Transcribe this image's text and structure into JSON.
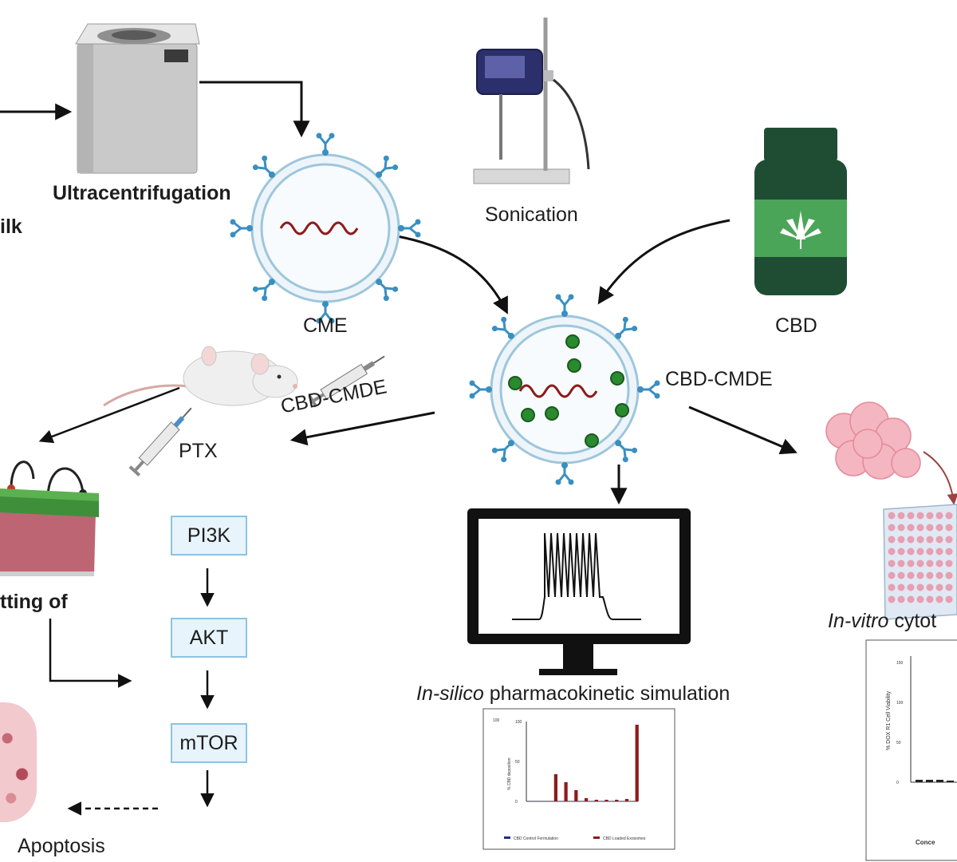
{
  "labels": {
    "milk": "ilk",
    "ultracentrifugation": "Ultracentrifugation",
    "sonication": "Sonication",
    "cme": "CME",
    "cbd": "CBD",
    "cbd_cmde": "CBD-CMDE",
    "cbd_cmde_mouse": "CBD-CMDE",
    "ptx": "PTX",
    "blotting": "tting of",
    "apoptosis": "Apoptosis",
    "insilico_italic": "In-silico",
    "insilico_rest": " pharmacokinetic simulation",
    "invitro_italic": "In-vitro",
    "invitro_rest": " cytot"
  },
  "pathway": [
    "PI3K",
    "AKT",
    "mTOR"
  ],
  "colors": {
    "vesicle_membrane": "#9ec6dc",
    "receptor": "#3a8fc0",
    "rna": "#8e1b1b",
    "drug_dot": "#2a8a2e",
    "bottle": "#1f4d34",
    "bottle_label": "#4aa558",
    "pathway_box_fill": "#e7f4fb",
    "pathway_box_border": "#8cc3e0"
  },
  "icons": [
    "ultracentrifuge-icon",
    "sonicator-icon",
    "cbd-bottle-icon",
    "cannabis-leaf-icon",
    "mouse-icon",
    "syringe-icon",
    "western-blot-icon",
    "monitor-icon",
    "cell-cluster-icon",
    "well-plate-icon"
  ],
  "chart_data": [
    {
      "type": "bar",
      "ylabel": "% CBD deposition",
      "series": [
        {
          "name": "CBD Control Formulation",
          "values": [
            0.5,
            0.5,
            0.5,
            0.5,
            0.5,
            0.5,
            0.5,
            0.5,
            0.5,
            0.5
          ]
        },
        {
          "name": "CBD Loaded Exosomes",
          "values": [
            0,
            0,
            34,
            24,
            14,
            4,
            2,
            2,
            2,
            3,
            96
          ]
        }
      ],
      "yticks": [
        "0",
        "50",
        "100"
      ],
      "ylim": [
        0,
        100
      ]
    },
    {
      "type": "bar",
      "ylabel": "% DOX R1 Cell Viability",
      "yticks": [
        "0",
        "50",
        "100",
        "150"
      ],
      "ylim": [
        0,
        150
      ],
      "values": [
        3,
        3,
        3,
        2
      ],
      "xlabel": "Conce"
    }
  ]
}
